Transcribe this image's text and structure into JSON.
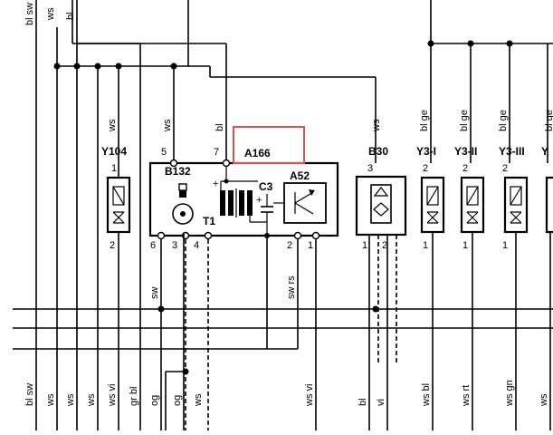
{
  "diagram": {
    "highlight_label": "A166",
    "highlight_color": "#d9534f",
    "components": {
      "Y104": {
        "label": "Y104"
      },
      "B132": {
        "label": "B132"
      },
      "T1": {
        "label": "T1"
      },
      "C3": {
        "label": "C3"
      },
      "A52": {
        "label": "A52"
      },
      "B30": {
        "label": "B30"
      },
      "Y3I": {
        "label": "Y3-I"
      },
      "Y3II": {
        "label": "Y3-II"
      },
      "Y3III": {
        "label": "Y3-III"
      },
      "Y3IV": {
        "label": "Y"
      }
    },
    "pins": {
      "y104_1": "1",
      "y104_2": "2",
      "a166_5": "5",
      "a166_7": "7",
      "a166_6": "6",
      "a166_3": "3",
      "a166_4": "4",
      "a166_1b": "1",
      "a52_2": "2",
      "a52_1": "1",
      "b30_3": "3",
      "b30_1": "1",
      "b30_2": "2",
      "y3i_2": "2",
      "y3i_1": "1",
      "y3ii_2": "2",
      "y3ii_1": "1",
      "y3iii_2": "2",
      "y3iii_1": "1",
      "t1_plus": "+"
    },
    "wires_top": {
      "w1": "bl sw",
      "w2": "ws",
      "w3": "bl",
      "y104": "ws",
      "a166_5": "ws",
      "a166_7": "bl",
      "b30": "ws",
      "y3i": "bl ge",
      "y3ii": "bl ge",
      "y3iii": "bl ge",
      "y3iv": "bl ge"
    },
    "wires_mid": {
      "sw": "sw",
      "swrs": "sw rs"
    },
    "wires_bottom": {
      "b1": "bl sw",
      "b2": "ws",
      "b3": "ws",
      "b4": "ws",
      "b5": "ws vi",
      "b6": "gr bl",
      "b7": "og",
      "b8": "og",
      "b9": "ws",
      "b10": "ws vi",
      "b11": "bl",
      "b12": "vi",
      "b13": "ws bl",
      "b14": "ws rt",
      "b15": "ws gn",
      "b16": "ws"
    }
  }
}
